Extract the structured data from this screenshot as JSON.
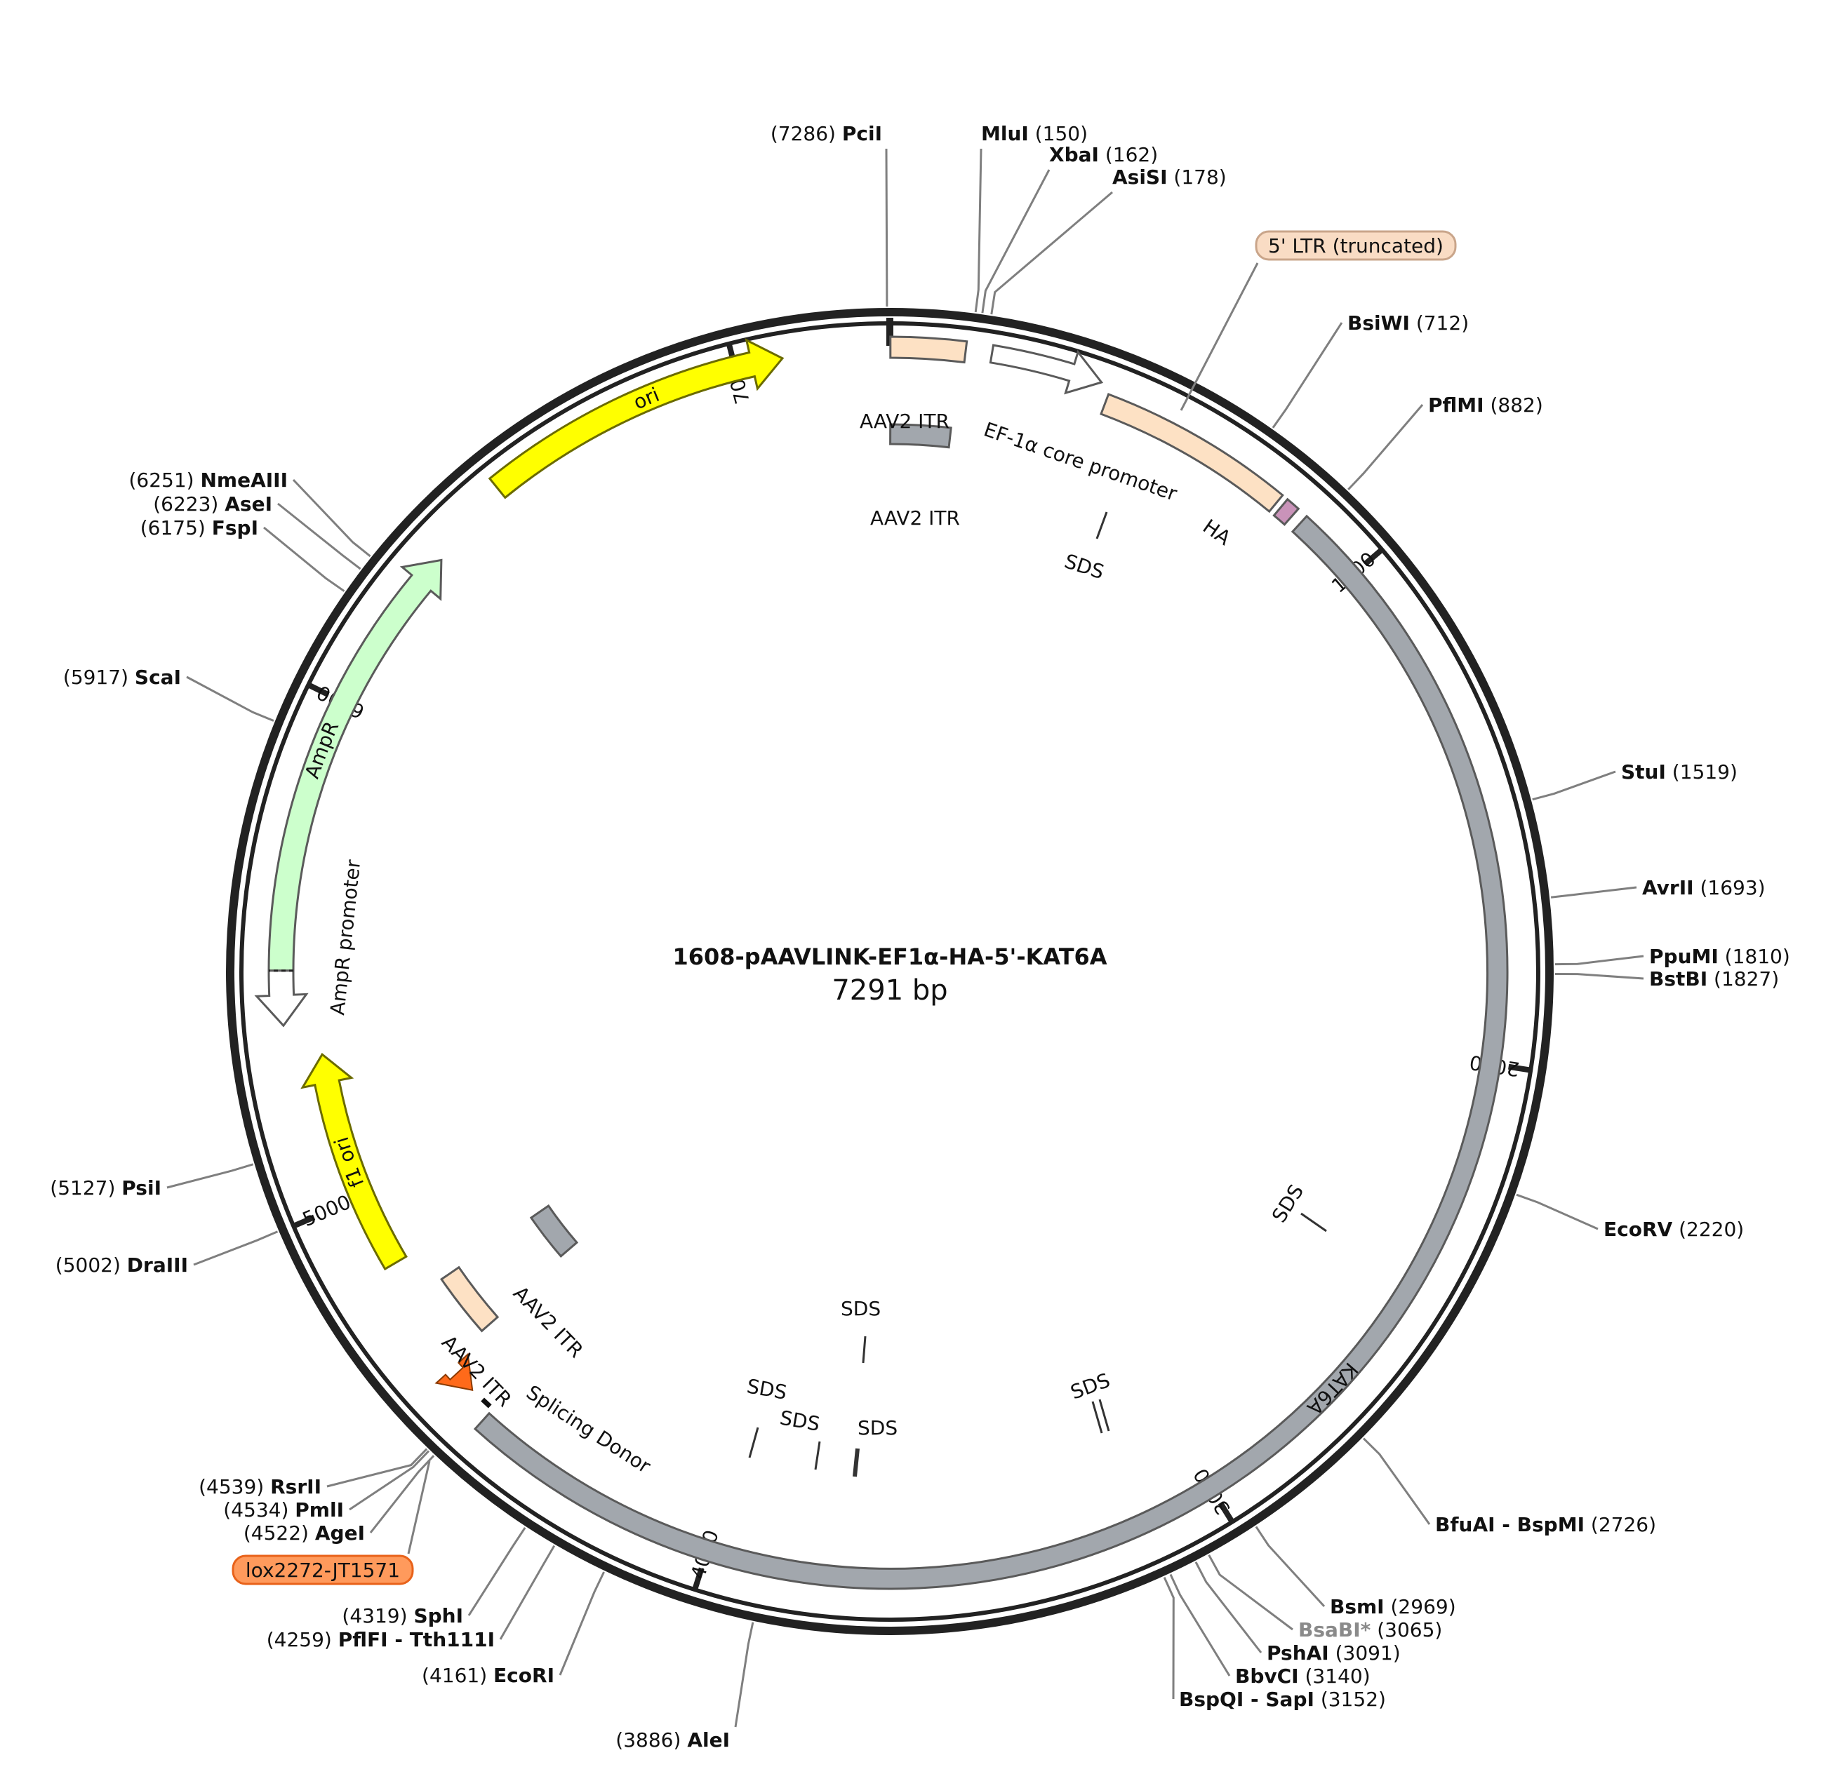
{
  "plasmid": {
    "name": "1608-pAAVLINK-EF1α-HA-5'-KAT6A",
    "length_label": "7291 bp",
    "length_bp": 7291
  },
  "ticks": [
    {
      "bp": 1000,
      "label": "1000"
    },
    {
      "bp": 2000,
      "label": "2000"
    },
    {
      "bp": 3000,
      "label": "3000"
    },
    {
      "bp": 4000,
      "label": "4000"
    },
    {
      "bp": 5000,
      "label": "5000"
    },
    {
      "bp": 6000,
      "label": "6000"
    },
    {
      "bp": 7000,
      "label": "7000"
    }
  ],
  "sites": [
    {
      "name": "PciI",
      "pos": "7286",
      "bp": 7286,
      "side": "left",
      "gray": false
    },
    {
      "name": "MluI",
      "pos": "150",
      "bp": 150,
      "side": "right",
      "gray": false
    },
    {
      "name": "XbaI",
      "pos": "162",
      "bp": 162,
      "side": "right",
      "gray": false
    },
    {
      "name": "AsiSI",
      "pos": "178",
      "bp": 178,
      "side": "right",
      "gray": false
    },
    {
      "name": "BsiWI",
      "pos": "712",
      "bp": 712,
      "side": "right",
      "gray": false
    },
    {
      "name": "PflMI",
      "pos": "882",
      "bp": 882,
      "side": "right",
      "gray": false
    },
    {
      "name": "StuI",
      "pos": "1519",
      "bp": 1519,
      "side": "right",
      "gray": false
    },
    {
      "name": "AvrII",
      "pos": "1693",
      "bp": 1693,
      "side": "right",
      "gray": false
    },
    {
      "name": "PpuMI",
      "pos": "1810",
      "bp": 1810,
      "side": "right",
      "gray": false
    },
    {
      "name": "BstBI",
      "pos": "1827",
      "bp": 1827,
      "side": "right",
      "gray": false
    },
    {
      "name": "EcoRV",
      "pos": "2220",
      "bp": 2220,
      "side": "right",
      "gray": false
    },
    {
      "name": "BfuAI - BspMI",
      "pos": "2726",
      "bp": 2726,
      "side": "right",
      "gray": false
    },
    {
      "name": "BsmI",
      "pos": "2969",
      "bp": 2969,
      "side": "right",
      "gray": false
    },
    {
      "name": "BsaBI*",
      "pos": "3065",
      "bp": 3065,
      "side": "right",
      "gray": true
    },
    {
      "name": "PshAI",
      "pos": "3091",
      "bp": 3091,
      "side": "right",
      "gray": false
    },
    {
      "name": "BbvCI",
      "pos": "3140",
      "bp": 3140,
      "side": "right",
      "gray": false
    },
    {
      "name": "BspQI - SapI",
      "pos": "3152",
      "bp": 3152,
      "side": "right",
      "gray": false
    },
    {
      "name": "AleI",
      "pos": "3886",
      "bp": 3886,
      "side": "left",
      "gray": false
    },
    {
      "name": "EcoRI",
      "pos": "4161",
      "bp": 4161,
      "side": "left",
      "gray": false
    },
    {
      "name": "PflFI - Tth111I",
      "pos": "4259",
      "bp": 4259,
      "side": "left",
      "gray": false
    },
    {
      "name": "SphI",
      "pos": "4319",
      "bp": 4319,
      "side": "left",
      "gray": false
    },
    {
      "name": "AgeI",
      "pos": "4522",
      "bp": 4522,
      "side": "left",
      "gray": false
    },
    {
      "name": "PmlI",
      "pos": "4534",
      "bp": 4534,
      "side": "left",
      "gray": false
    },
    {
      "name": "RsrII",
      "pos": "4539",
      "bp": 4539,
      "side": "left",
      "gray": false
    },
    {
      "name": "DraIII",
      "pos": "5002",
      "bp": 5002,
      "side": "left",
      "gray": false
    },
    {
      "name": "PsiI",
      "pos": "5127",
      "bp": 5127,
      "side": "left",
      "gray": false
    },
    {
      "name": "ScaI",
      "pos": "5917",
      "bp": 5917,
      "side": "left",
      "gray": false
    },
    {
      "name": "FspI",
      "pos": "6175",
      "bp": 6175,
      "side": "left",
      "gray": false
    },
    {
      "name": "AseI",
      "pos": "6223",
      "bp": 6223,
      "side": "left",
      "gray": false
    },
    {
      "name": "NmeAIII",
      "pos": "6251",
      "bp": 6251,
      "side": "left",
      "gray": false
    }
  ],
  "boxed_labels": [
    {
      "text": "5' LTR (truncated)",
      "fill": "#f9dcc4",
      "stroke": "#c9a58a"
    },
    {
      "text": "lox2272-JT1571",
      "fill": "#ff9a5c",
      "stroke": "#e8621a"
    }
  ],
  "features": [
    {
      "name": "AAV2 ITR",
      "start": 1,
      "end": 141,
      "color": "#fde1c4"
    },
    {
      "name": "AAV2 ITR",
      "start": 1,
      "end": 130,
      "color": "#a2a7ad"
    },
    {
      "name": "EF-1α core promoter",
      "start": 190,
      "end": 400,
      "color": "#ffffff"
    },
    {
      "name": "5' LTR (truncated)",
      "start": 420,
      "end": 800,
      "color": "#fde1c4"
    },
    {
      "name": "HA",
      "start": 812,
      "end": 839,
      "color": "#c993b9"
    },
    {
      "name": "KAT6A",
      "start": 860,
      "end": 4500,
      "color": "#a2a7ad"
    },
    {
      "name": "Splicing Donor",
      "start": 4550,
      "end": 4570,
      "color": "#ff6a1a"
    },
    {
      "name": "AAV2 ITR",
      "start": 4630,
      "end": 4770,
      "color": "#fde1c4"
    },
    {
      "name": "AAV2 ITR",
      "start": 4640,
      "end": 4770,
      "color": "#a2a7ad"
    },
    {
      "name": "f1 ori",
      "start": 4850,
      "end": 5300,
      "color": "#ffff00"
    },
    {
      "name": "AmpR promoter",
      "start": 5365,
      "end": 5470,
      "color": "#ffffff"
    },
    {
      "name": "AmpR",
      "start": 5470,
      "end": 6330,
      "color": "#ccffcc"
    },
    {
      "name": "ori",
      "start": 6500,
      "end": 7090,
      "color": "#ffff00"
    }
  ],
  "sds_labels": [
    "SDS",
    "SDS",
    "SDS",
    "SDS",
    "SDS",
    "SDS",
    "SDS"
  ],
  "colors": {
    "backbone": "#222222",
    "site_line": "#7f7f7f",
    "feature_stroke": "#5a5a5a"
  }
}
